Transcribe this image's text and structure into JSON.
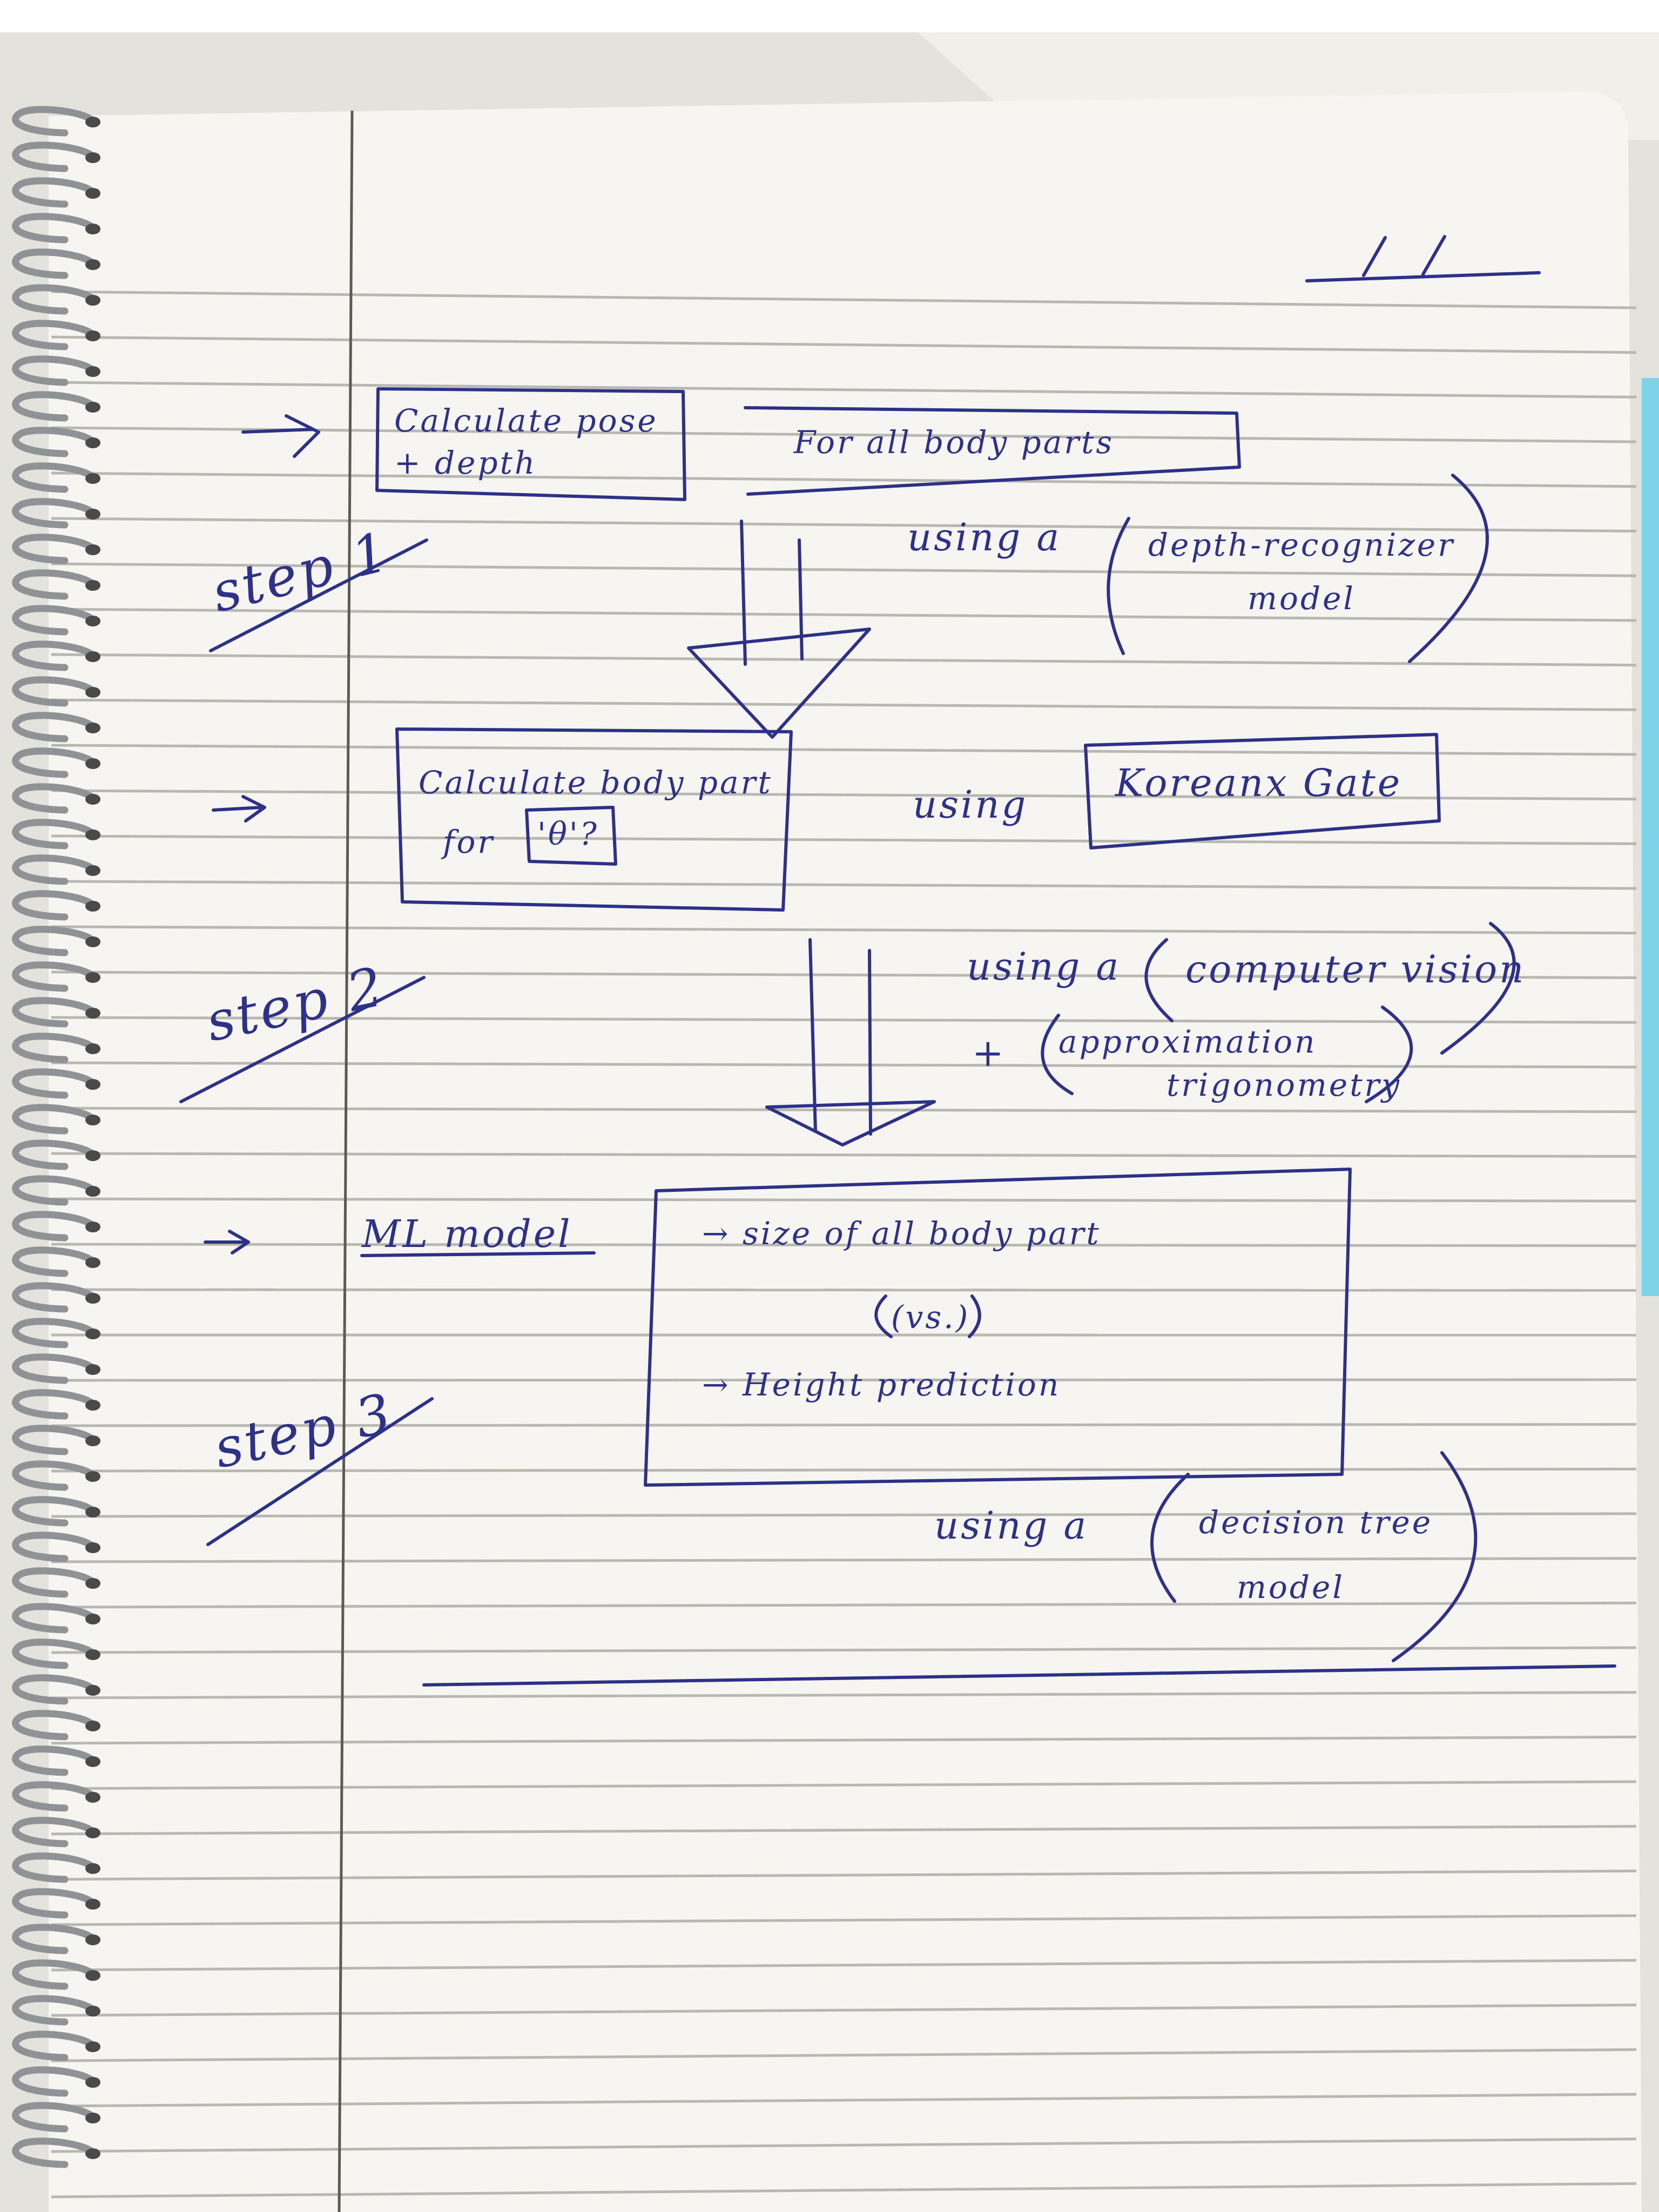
{
  "notebook": {
    "date_placeholder": "__/__/____",
    "ink_color": "#2d3187",
    "paper_color": "#f6f5f2",
    "rule_color": "#b9b8b0",
    "margin_color": "#5b5a55"
  },
  "steps": [
    {
      "label": "step 1",
      "input_box": "Calculate pose + depth",
      "target_box": "For all body parts",
      "method_prefix": "using a",
      "method": "depth-recognizer model"
    },
    {
      "label": "step 2",
      "input_box_line1": "Calculate body part",
      "input_box_line2": "for",
      "variable_box": "'θ'?",
      "link_word": "using",
      "method_box": "Koreanx Gate",
      "method_prefix": "using a",
      "method_a": "computer vision",
      "method_plus": "+",
      "method_b_line1": "approximation",
      "method_b_line2": "trigonometry"
    },
    {
      "label": "step 3",
      "title": "ML model",
      "item1": "→ size of all body part",
      "versus": "(vs.)",
      "item2": "→ Height prediction",
      "method_prefix": "using a",
      "method_line1": "decision tree",
      "method_line2": "model"
    }
  ]
}
